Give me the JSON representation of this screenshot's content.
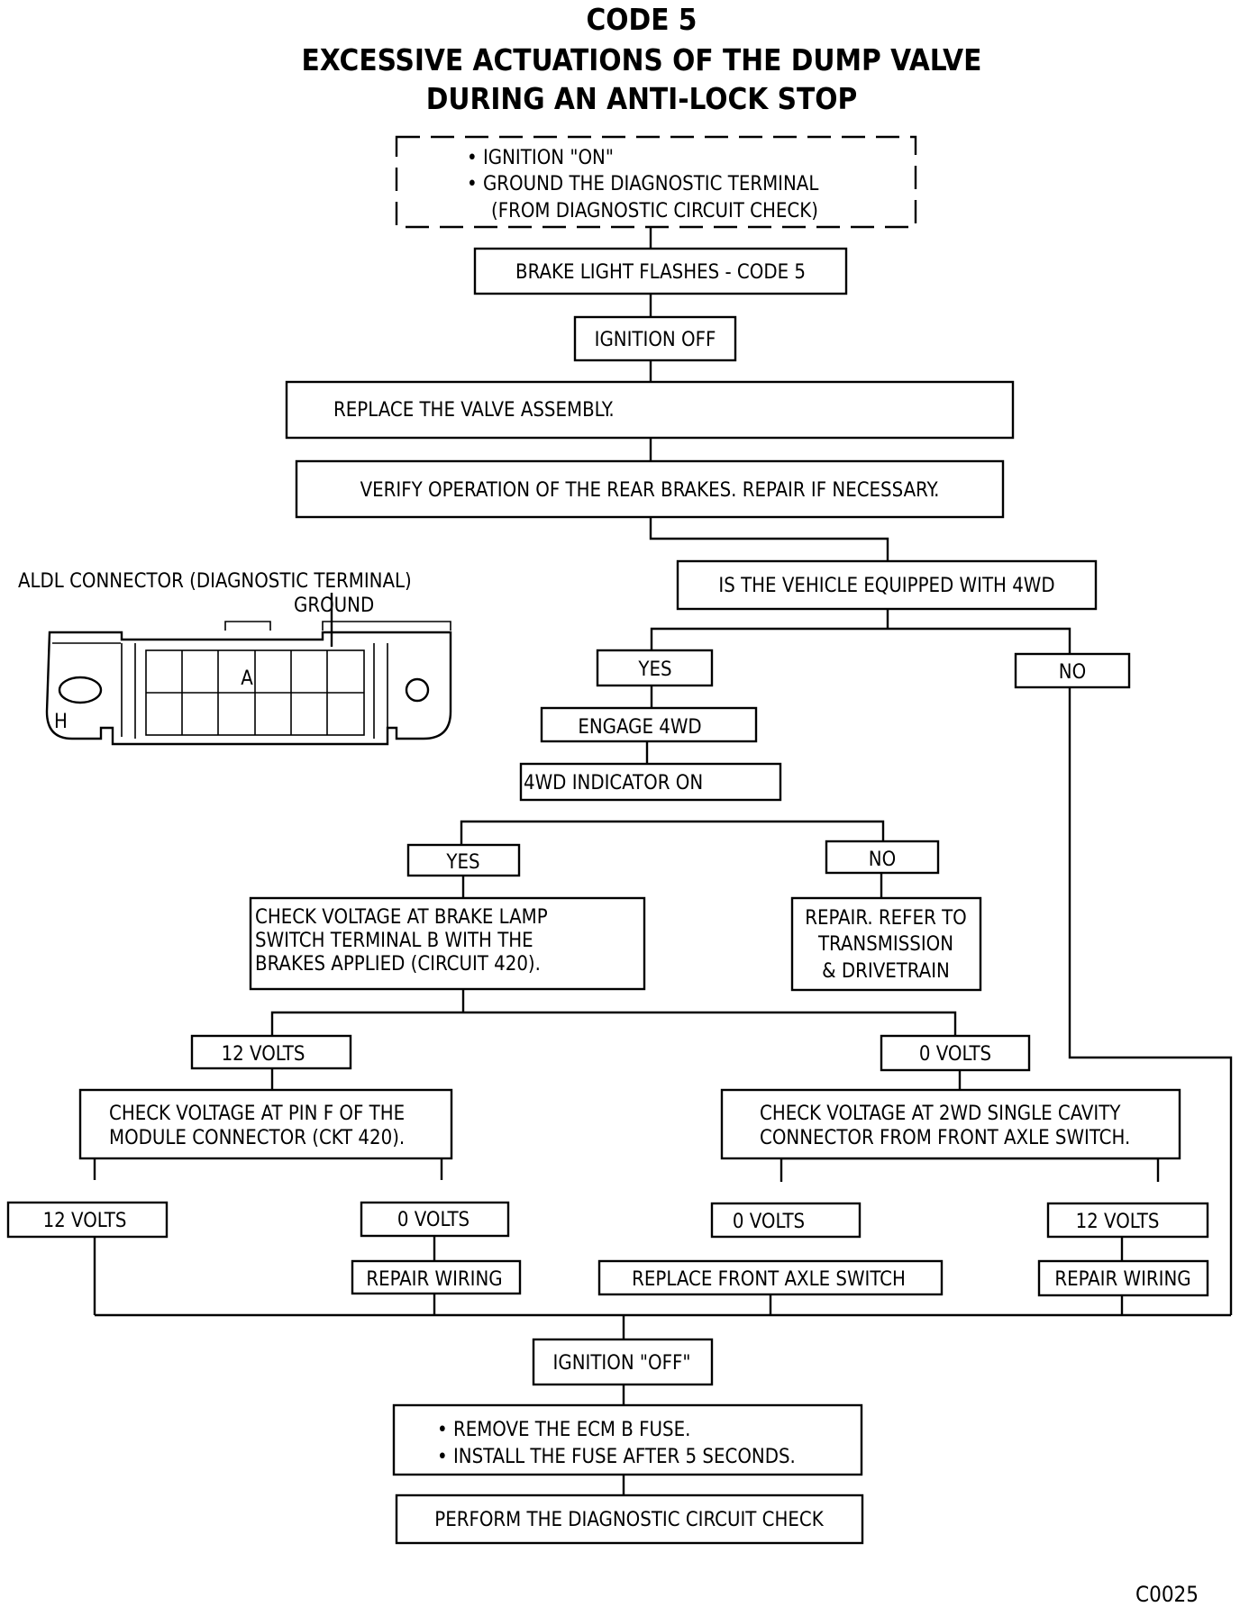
{
  "title": {
    "line1": "CODE 5",
    "line2": "EXCESSIVE ACTUATIONS OF THE DUMP VALVE",
    "line3": "DURING AN ANTI-LOCK STOP"
  },
  "start_box": {
    "line1": "• IGNITION \"ON\"",
    "line2": "• GROUND THE DIAGNOSTIC TERMINAL",
    "line3": "(FROM DIAGNOSTIC CIRCUIT CHECK)"
  },
  "steps": {
    "brake_light": "BRAKE LIGHT FLASHES - CODE 5",
    "ignition_off": "IGNITION OFF",
    "replace_valve": "REPLACE THE VALVE ASSEMBLY.",
    "verify_brakes": "VERIFY OPERATION OF THE REAR BRAKES. REPAIR IF NECESSARY.",
    "is_4wd": "IS THE VEHICLE EQUIPPED WITH 4WD",
    "yes1": "YES",
    "no1": "NO",
    "engage_4wd": "ENGAGE 4WD",
    "indicator_on": "4WD INDICATOR ON",
    "yes2": "YES",
    "no2": "NO",
    "check_brake_lamp": {
      "line1": "CHECK VOLTAGE AT BRAKE LAMP",
      "line2": "SWITCH TERMINAL B WITH THE",
      "line3": "BRAKES APPLIED (CIRCUIT 420)."
    },
    "repair_refer": {
      "line1": "REPAIR. REFER TO",
      "line2": "TRANSMISSION",
      "line3": "& DRIVETRAIN"
    },
    "v12_a": "12 VOLTS",
    "v0_a": "0 VOLTS",
    "check_pin_f": {
      "line1": "CHECK VOLTAGE AT PIN F OF THE",
      "line2": "MODULE CONNECTOR (CKT 420)."
    },
    "check_2wd": {
      "line1": "CHECK VOLTAGE AT 2WD SINGLE CAVITY",
      "line2": "CONNECTOR FROM FRONT AXLE SWITCH."
    },
    "v12_b": "12 VOLTS",
    "v0_b": "0 VOLTS",
    "v0_c": "0 VOLTS",
    "v12_c": "12 VOLTS",
    "repair_wiring_1": "REPAIR WIRING",
    "replace_axle_switch": "REPLACE FRONT AXLE SWITCH",
    "repair_wiring_2": "REPAIR WIRING",
    "ignition_off_2": "IGNITION \"OFF\"",
    "remove_fuse": {
      "line1": "• REMOVE THE ECM B FUSE.",
      "line2": "• INSTALL THE FUSE AFTER 5 SECONDS."
    },
    "perform_check": "PERFORM THE DIAGNOSTIC CIRCUIT CHECK"
  },
  "connector": {
    "label": "ALDL CONNECTOR (DIAGNOSTIC TERMINAL)",
    "ground_label": "GROUND",
    "pin_a": "A",
    "pin_h": "H"
  },
  "figure_id": "C0025"
}
